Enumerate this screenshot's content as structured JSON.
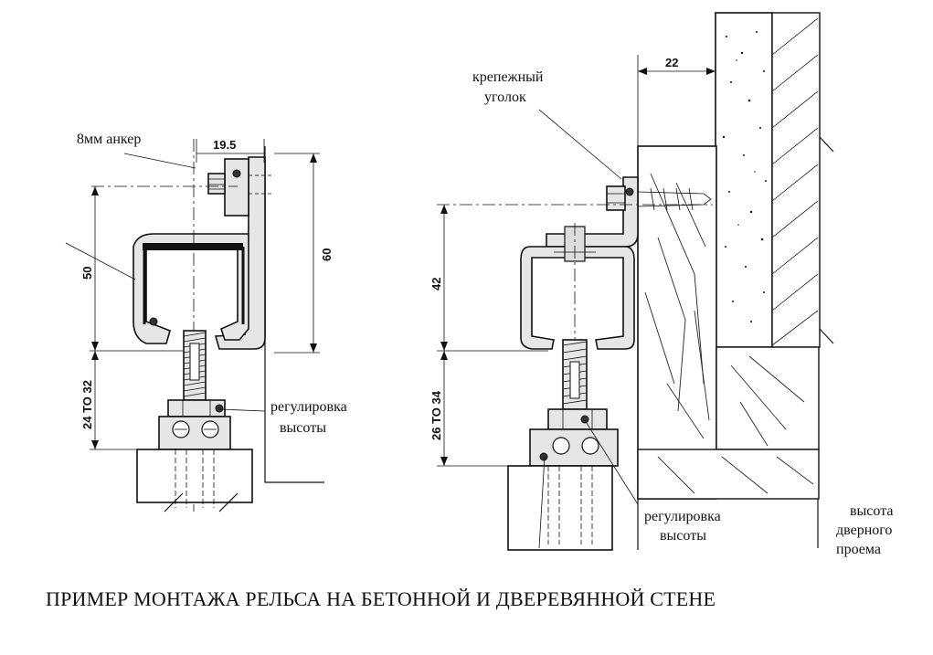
{
  "left_diagram": {
    "anchor_label": "8мм анкер",
    "dim_offset": "19.5",
    "dim_rail_height": "50",
    "dim_total_height": "60",
    "dim_adjust_range": "24 TO 32",
    "adjust_label_line1": "регулировка",
    "adjust_label_line2": "высоты"
  },
  "right_diagram": {
    "bracket_label_line1": "крепежный",
    "bracket_label_line2": "уголок",
    "dim_offset": "22",
    "dim_rail_height": "42",
    "dim_adjust_range": "26 TO 34",
    "adjust_label_line1": "регулировка",
    "adjust_label_line2": "высоты",
    "opening_label_line1": "высота",
    "opening_label_line2": "дверного",
    "opening_label_line3": "проема"
  },
  "caption": "ПРИМЕР МОНТАЖА РЕЛЬСА НА БЕТОННОЙ И ДВЕРЕВЯННОЙ СТЕНЕ"
}
